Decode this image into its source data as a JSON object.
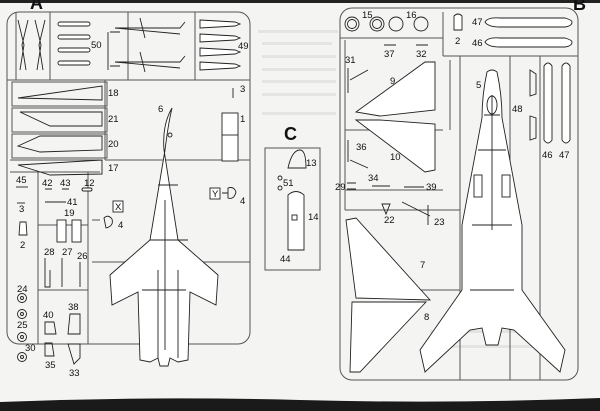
{
  "title": "Parts sprue layout",
  "sprues": {
    "A": {
      "letter": "A",
      "parts": {
        "p50": "50",
        "p49": "49",
        "p18": "18",
        "p21": "21",
        "p20": "20",
        "p17": "17",
        "p45": "45",
        "p42": "42",
        "p43": "43",
        "p12": "12",
        "p3a": "3",
        "p3b": "3",
        "p41": "41",
        "p19": "19",
        "p2": "2",
        "p28": "28",
        "p27": "27",
        "p26": "26",
        "p24": "24",
        "p25": "25",
        "p30": "30",
        "p40": "40",
        "p38": "38",
        "p35": "35",
        "p33": "33",
        "p6": "6",
        "p1": "1",
        "p4x": "4",
        "p4y": "4"
      },
      "markers": {
        "x": "X",
        "y": "Y"
      }
    },
    "B": {
      "letter": "B",
      "parts": {
        "p15": "15",
        "p16": "16",
        "p2": "2",
        "p47": "47",
        "p46": "46",
        "p37": "37",
        "p32": "32",
        "p31": "31",
        "p9": "9",
        "p5": "5",
        "p48": "48",
        "p46b": "46",
        "p47b": "47",
        "p36": "36",
        "p10": "10",
        "p29": "29",
        "p34": "34",
        "p39": "39",
        "p22": "22",
        "p23": "23",
        "p7": "7",
        "p8": "8"
      }
    },
    "C": {
      "letter": "C",
      "parts": {
        "p13": "13",
        "p51": "51",
        "p14": "14",
        "p44": "44"
      }
    }
  }
}
